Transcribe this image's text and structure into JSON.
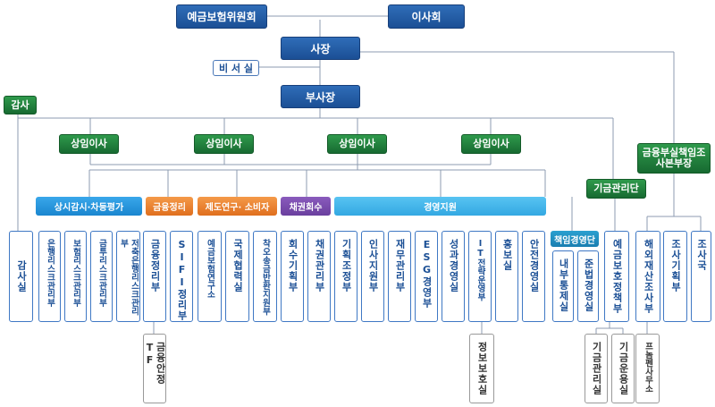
{
  "top": {
    "deposit_committee": "예금보험위원회",
    "board": "이사회",
    "president": "사장",
    "secretary": "비 서 실",
    "vice_president": "부사장",
    "audit": "감사",
    "executives": [
      "상임이사",
      "상임이사",
      "상임이사",
      "상임이사"
    ],
    "fin_insolvency_head": "금융부실책임조사본부장",
    "fund_mgmt_group": "기금관리단"
  },
  "groups": {
    "supervision": "상시감시·차등평가",
    "resolution": "금융정리",
    "research": "제도연구· 소비자",
    "recovery": "채권회수",
    "management": "경영지원",
    "responsible_mgmt": "책임경영단"
  },
  "departments": {
    "audit_office": "감사실",
    "bank_risk": "은행리스크관리부",
    "insurance_risk": "보험리스크관리부",
    "investment_risk": "금투리스크관리부",
    "savings_risk": "저축은행리스크관리부",
    "fin_resolution": "금융정리부",
    "sifi": "SIFI정리부",
    "institute": "예금보험연구소",
    "intl_coop": "국제협력실",
    "mistransfer": "착오송금반환지원부",
    "recovery_planning": "회수기획부",
    "bond_mgmt": "채권관리부",
    "planning_coord": "기획조정부",
    "hr_support": "인사지원부",
    "finance_mgmt": "재무관리부",
    "esg": "ESG경영부",
    "performance": "성과경영실",
    "it_strategy": "IT전략운영부",
    "pr": "홍보실",
    "safety": "안전경영실",
    "internal_control": "내부통제실",
    "compliance": "준법경영실",
    "deposit_protection": "예금보호정책부",
    "overseas_asset": "해외재산조사부",
    "investigation_planning": "조사기획부",
    "investigation_bureau": "조사국"
  },
  "sub_units": {
    "fin_stability_tf": "금융안정TF",
    "info_security": "정보보호실",
    "fund_mgmt_office": "기금관리실",
    "fund_operation": "기금운용실",
    "france_office": "프놈펜사무소"
  }
}
